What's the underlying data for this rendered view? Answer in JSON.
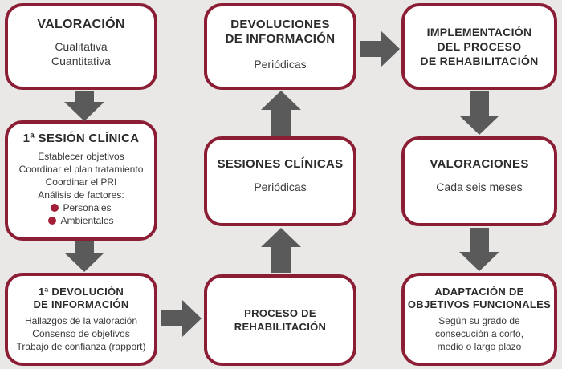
{
  "colors": {
    "border": "#8b1e35",
    "bullet": "#a31f38",
    "arrow": "#5a5a5a",
    "background": "#e9e8e6"
  },
  "boxes": {
    "valoracion": {
      "title": "VALORACIÓN",
      "lines": [
        "Cualitativa",
        "Cuantitativa"
      ]
    },
    "sesion1": {
      "title": "1ª SESIÓN CLÍNICA",
      "lines": [
        "Establecer objetivos",
        "Coordinar el plan tratamiento",
        "Coordinar el PRI",
        "Análisis de factores:"
      ],
      "bullets": [
        "Personales",
        "Ambientales"
      ]
    },
    "devolucion1": {
      "title": [
        "1ª DEVOLUCIÓN",
        "DE INFORMACIÓN"
      ],
      "lines": [
        "Hallazgos de la valoración",
        "Consenso de objetivos",
        "Trabajo de confianza (rapport)"
      ]
    },
    "proceso": {
      "title": [
        "PROCESO DE",
        "REHABILITACIÓN"
      ]
    },
    "sesiones": {
      "title": "SESIONES CLÍNICAS",
      "lines": [
        "Periódicas"
      ]
    },
    "devoluciones": {
      "title": [
        "DEVOLUCIONES",
        "DE INFORMACIÓN"
      ],
      "lines": [
        "Periódicas"
      ]
    },
    "implementacion": {
      "title": [
        "IMPLEMENTACIÓN",
        "DEL PROCESO",
        "DE REHABILITACIÓN"
      ]
    },
    "valoraciones": {
      "title": "VALORACIONES",
      "lines": [
        "Cada seis meses"
      ]
    },
    "adaptacion": {
      "title": [
        "ADAPTACIÓN DE",
        "OBJETIVOS FUNCIONALES"
      ],
      "lines": [
        "Según su grado de",
        "consecución a corto,",
        "medio o largo plazo"
      ]
    }
  }
}
